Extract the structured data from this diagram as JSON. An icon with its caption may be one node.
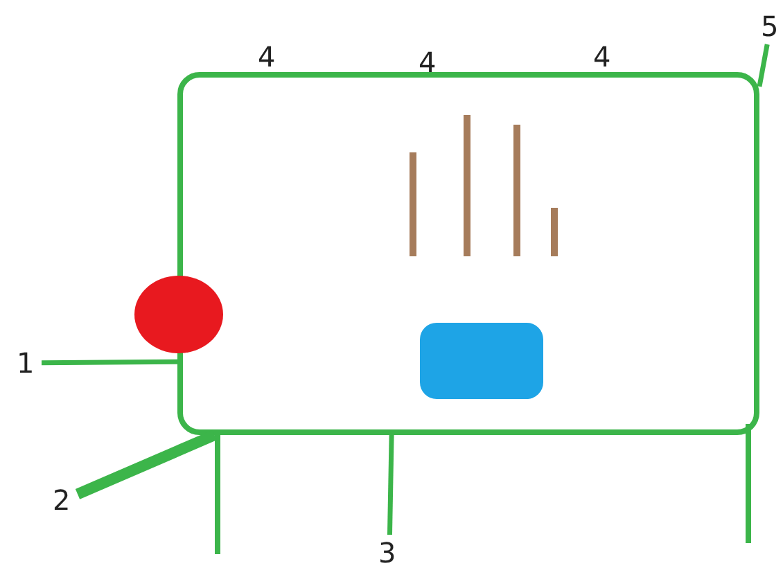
{
  "diagram": {
    "nodes": [
      {
        "text": [
          "1"
        ]
      },
      {
        "text": [
          "2"
        ]
      },
      {
        "text": [
          "3"
        ]
      },
      {
        "text": [
          "5"
        ]
      },
      {
        "text": [],
        "shape": "box"
      }
    ],
    "edges": [
      {
        "from": 0,
        "to": 4,
        "arrow": "none"
      },
      {
        "from": 1,
        "to": 4,
        "arrow": "none",
        "style": "thick"
      },
      {
        "from": 2,
        "to": 4,
        "arrow": "none"
      },
      {
        "from": 3,
        "to": 4,
        "arrow": "none"
      }
    ],
    "labels": [
      "4",
      "4",
      "4"
    ]
  }
}
